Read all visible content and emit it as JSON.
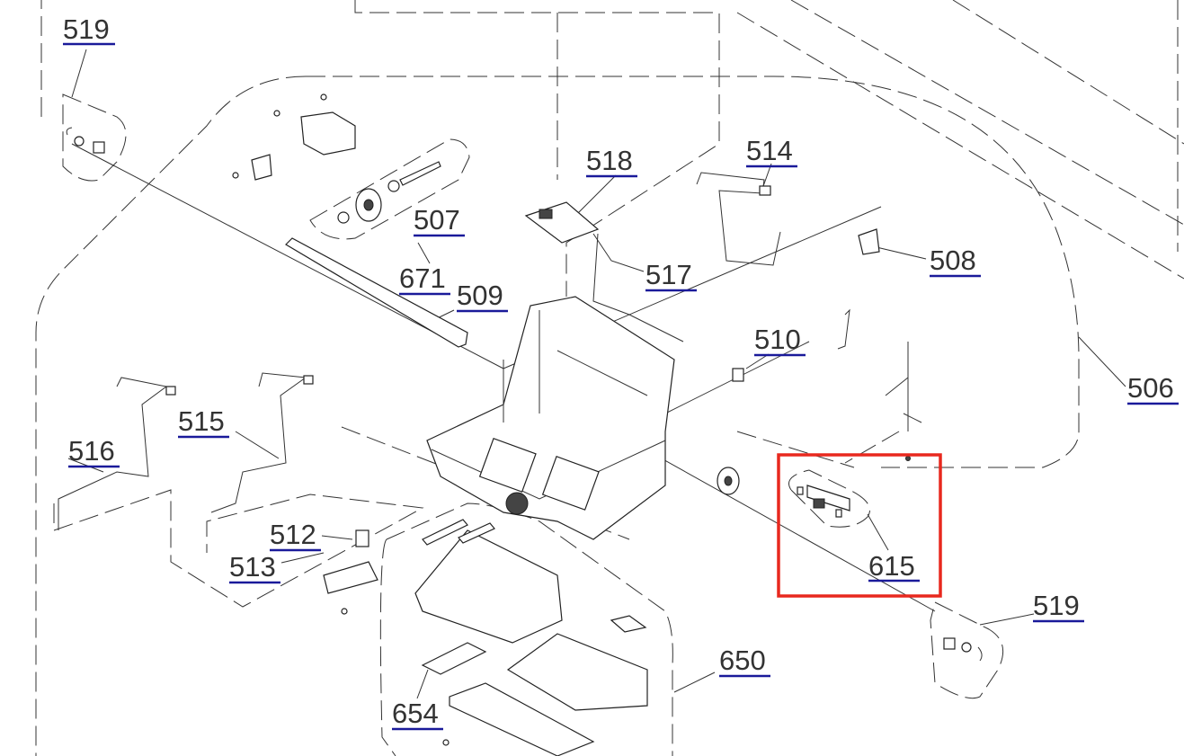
{
  "diagram": {
    "callouts": [
      {
        "id": "519a",
        "label": "519"
      },
      {
        "id": "507",
        "label": "507"
      },
      {
        "id": "518",
        "label": "518"
      },
      {
        "id": "514",
        "label": "514"
      },
      {
        "id": "508",
        "label": "508"
      },
      {
        "id": "517",
        "label": "517"
      },
      {
        "id": "671",
        "label": "671"
      },
      {
        "id": "509",
        "label": "509"
      },
      {
        "id": "510",
        "label": "510"
      },
      {
        "id": "506",
        "label": "506"
      },
      {
        "id": "515",
        "label": "515"
      },
      {
        "id": "516",
        "label": "516"
      },
      {
        "id": "512",
        "label": "512"
      },
      {
        "id": "513",
        "label": "513"
      },
      {
        "id": "615",
        "label": "615"
      },
      {
        "id": "519b",
        "label": "519"
      },
      {
        "id": "650",
        "label": "650"
      },
      {
        "id": "654",
        "label": "654"
      }
    ],
    "highlight": {
      "target": "615",
      "color": "#e8281e"
    },
    "colors": {
      "text": "#333333",
      "underline": "#1a1a9a"
    }
  }
}
